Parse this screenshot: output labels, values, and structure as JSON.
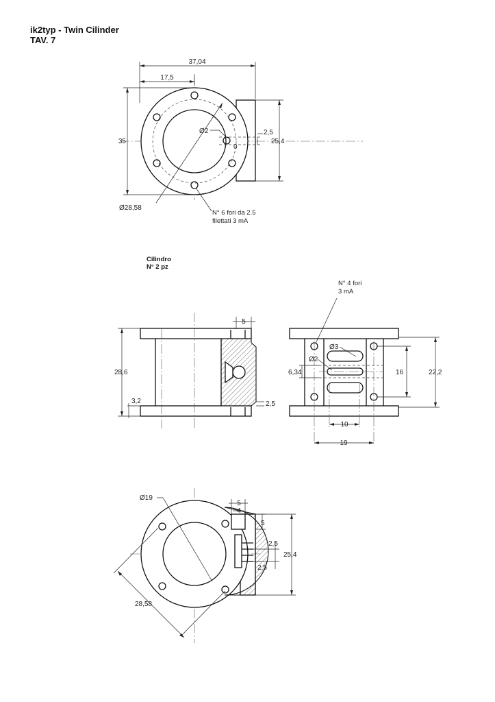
{
  "header": {
    "title_line1": "ik2typ - Twin Cilinder",
    "title_line2": "TAV. 7"
  },
  "part": {
    "name": "Cilindro",
    "qty": "N° 2 pz"
  },
  "view1": {
    "dim_width": "37,04",
    "dim_offset": "17,5",
    "dim_height": "35",
    "dim_bolt_circle": "Ø28,58",
    "dim_port_dia": "Ø2",
    "dim_port_w": "2,5",
    "dim_port_zero": "0",
    "dim_port_h": "25,4",
    "note_holes_l1": "N° 6 fori da 2.5",
    "note_holes_l2": "filettati 3 mA"
  },
  "view2": {
    "dim_top": "5",
    "dim_height": "28,6",
    "dim_flange": "3,2",
    "dim_wall": "2,5"
  },
  "view3": {
    "note_l1": "N° 4 fori",
    "note_l2": "3 mA",
    "dim_slot_wide": "Ø3",
    "dim_slot_narrow": "Ø2",
    "dim_634": "6,34",
    "dim_16": "16",
    "dim_222": "22,2",
    "dim_10": "10",
    "dim_19": "19"
  },
  "view4": {
    "dim_bore": "Ø19",
    "dim_5a": "5",
    "dim_4": "4",
    "dim_5b": "5",
    "dim_25a": "2,5",
    "dim_25b": "2,5",
    "dim_254": "25,4",
    "dim_2858": "28,58"
  }
}
